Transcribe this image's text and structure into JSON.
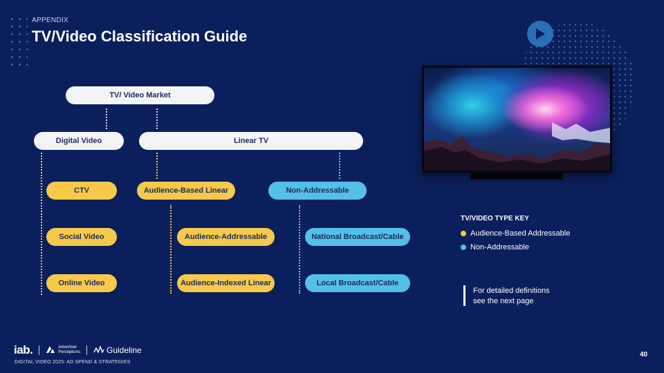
{
  "header": {
    "eyebrow": "APPENDIX",
    "title": "TV/Video Classification Guide"
  },
  "diagram": {
    "root": "TV/ Video Market",
    "level1": {
      "digital_video": "Digital Video",
      "linear_tv": "Linear TV"
    },
    "digital_children": [
      "CTV",
      "Social Video",
      "Online Video"
    ],
    "linear_children": {
      "audience_based_linear": "Audience-Based Linear",
      "non_addressable": "Non-Addressable"
    },
    "audience_based_children": [
      "Audience-Addressable",
      "Audience-Indexed Linear"
    ],
    "non_addressable_children": [
      "National Broadcast/Cable",
      "Local Broadcast/Cable"
    ]
  },
  "key": {
    "title": "TV/VIDEO TYPE KEY",
    "items": [
      {
        "label": "Audience-Based Addressable",
        "color": "#f6c94b"
      },
      {
        "label": "Non-Addressable",
        "color": "#54bfe9"
      }
    ]
  },
  "note": {
    "line1": "For detailed definitions",
    "line2": "see the next page"
  },
  "footer": {
    "iab": "iab.",
    "ap_line1": "Advertiser",
    "ap_line2": "Perceptions",
    "guideline": "Guideline",
    "caption": "DIGITAL VIDEO 2025: AD SPEND & STRATEGIES",
    "page_number": "40"
  },
  "colors": {
    "background": "#0b1f5c",
    "audience_based": "#f6c94b",
    "non_addressable": "#54bfe9",
    "neutral_pill": "#f3f4f6"
  },
  "icons": [
    "play-icon",
    "tv-image"
  ]
}
